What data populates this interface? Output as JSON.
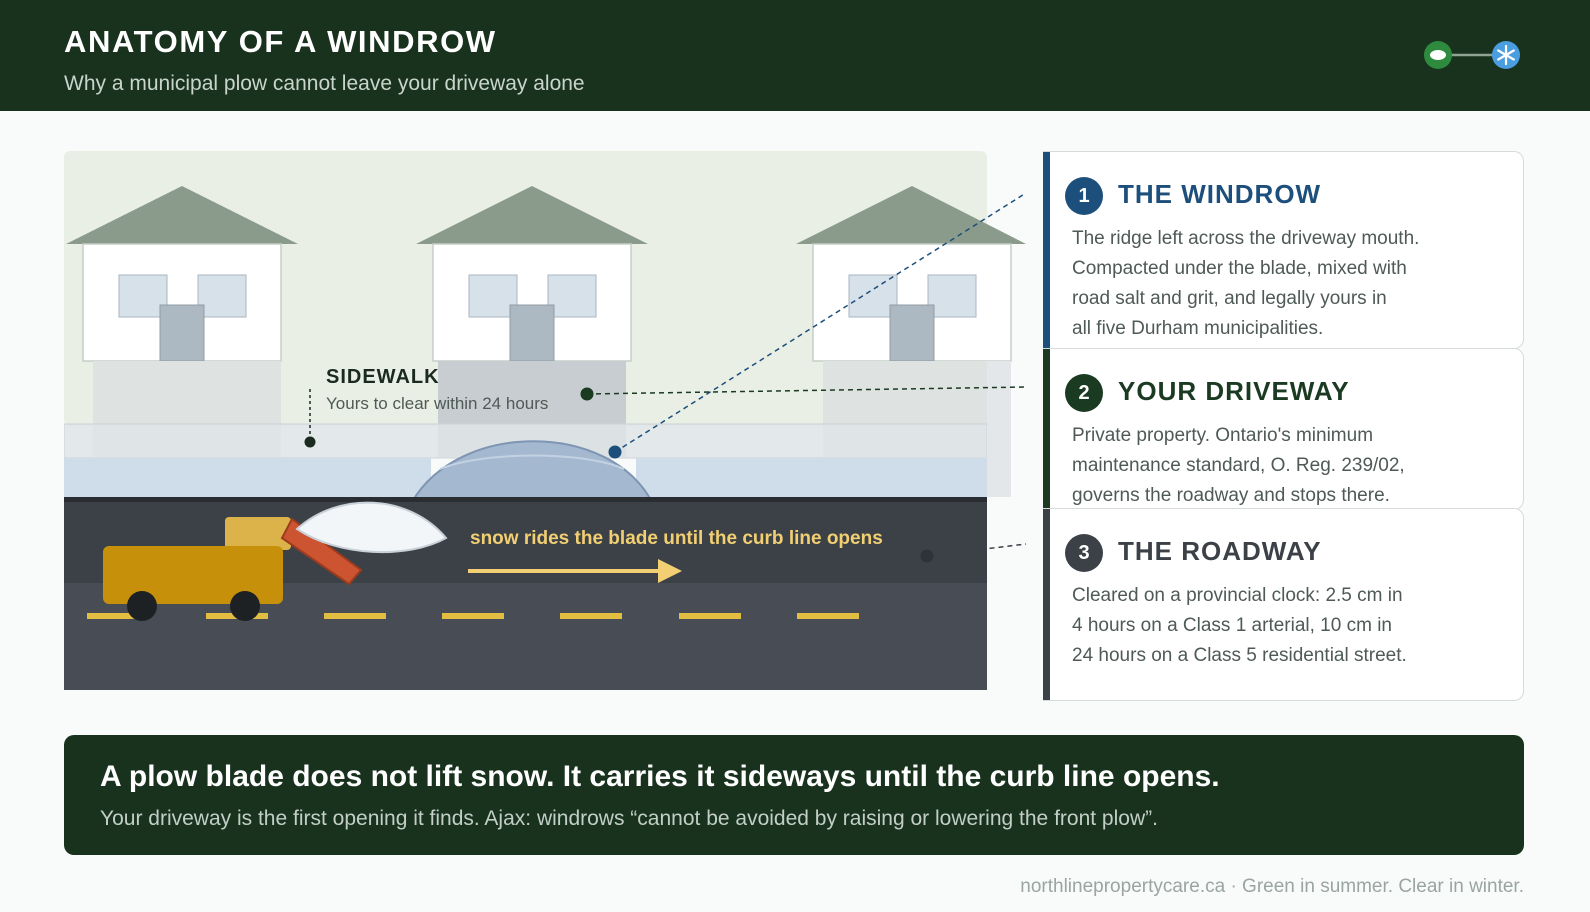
{
  "header": {
    "title": "ANATOMY OF A WINDROW",
    "subtitle": "Why a municipal plow cannot leave your driveway alone"
  },
  "scene": {
    "sidewalk_label": "SIDEWALK",
    "sidewalk_note": "Yours to clear within 24 hours",
    "blade_note": "snow rides the blade until the curb line opens"
  },
  "panels": [
    {
      "number": "1",
      "title": "THE WINDROW",
      "lines": [
        "The ridge left across the driveway mouth.",
        "Compacted under the blade, mixed with",
        "road salt and grit, and legally yours in",
        "all five Durham municipalities."
      ]
    },
    {
      "number": "2",
      "title": "YOUR DRIVEWAY",
      "lines": [
        "Private property. Ontario's minimum",
        "maintenance standard, O. Reg. 239/02,",
        "governs the roadway and stops there."
      ]
    },
    {
      "number": "3",
      "title": "THE ROADWAY",
      "lines": [
        "Cleared on a provincial clock: 2.5 cm in",
        "4 hours on a Class 1 arterial, 10 cm in",
        "24 hours on a Class 5 residential street."
      ]
    }
  ],
  "banner": {
    "headline": "A plow blade does not lift snow. It carries it sideways until the curb line opens.",
    "sub": "Your driveway is the first opening it finds. Ajax: windrows “cannot be avoided by raising or lowering the front plow”."
  },
  "footer": {
    "text": "northlinepropertycare.ca · Green in summer. Clear in winter."
  },
  "colors": {
    "brand_dark": "#18321e",
    "windrow_blue": "#1d4f7c",
    "driveway_green": "#1a3a22",
    "road_gray": "#3c4147",
    "plow_yellow": "#c6900a",
    "accent_gold": "#f1cf72",
    "logo_green": "#2e8b3e",
    "logo_blue": "#4a9ee0"
  }
}
